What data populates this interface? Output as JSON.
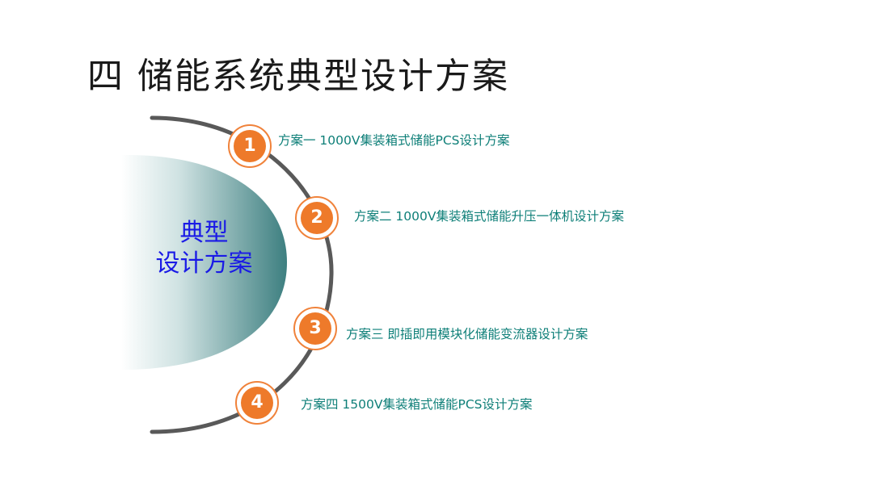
{
  "title": "四 储能系统典型设计方案",
  "center": {
    "line1": "典型",
    "line2": "设计方案"
  },
  "items": [
    {
      "num": "1",
      "text": "方案一 1000V集装箱式储能PCS设计方案"
    },
    {
      "num": "2",
      "text": "方案二  1000V集装箱式储能升压一体机设计方案"
    },
    {
      "num": "3",
      "text": "方案三 即插即用模块化储能变流器设计方案"
    },
    {
      "num": "4",
      "text": "方案四  1500V集装箱式储能PCS设计方案"
    }
  ],
  "colors": {
    "title": "#1a1a1a",
    "center_label": "#1a1ae6",
    "circle": "#ee7a2a",
    "item_text": "#0e7f78",
    "arc": "#595959",
    "dome_dark": "#3d7f80"
  }
}
